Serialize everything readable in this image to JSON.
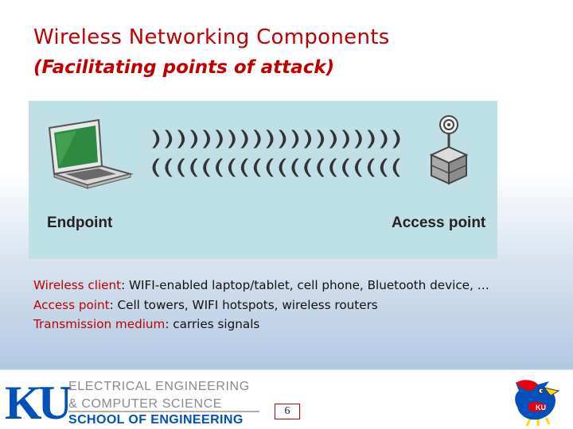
{
  "slide": {
    "title": "Wireless Networking Components",
    "subtitle": "(Facilitating points of attack)"
  },
  "figure": {
    "endpoint_label": "Endpoint",
    "access_point_label": "Access point",
    "signal_rows": [
      "))))))))))))))))))))",
      "(((((((((((((((((((("
    ]
  },
  "bullets": [
    {
      "term": "Wireless client",
      "text": ": WIFI-enabled laptop/tablet, cell phone, Bluetooth device, …"
    },
    {
      "term": "Access point",
      "text": ": Cell towers, WIFI hotspots, wireless routers"
    },
    {
      "term": "Transmission medium",
      "text": ": carries signals"
    }
  ],
  "footer": {
    "logo": "KU",
    "dept_line1": "ELECTRICAL ENGINEERING",
    "dept_line2": "& COMPUTER SCIENCE",
    "dept_line3": "SCHOOL OF ENGINEERING",
    "page_number": "6"
  },
  "colors": {
    "accent": "#c00000",
    "ku_blue": "#0051ba",
    "figure_bg": "#bfe0e6"
  }
}
